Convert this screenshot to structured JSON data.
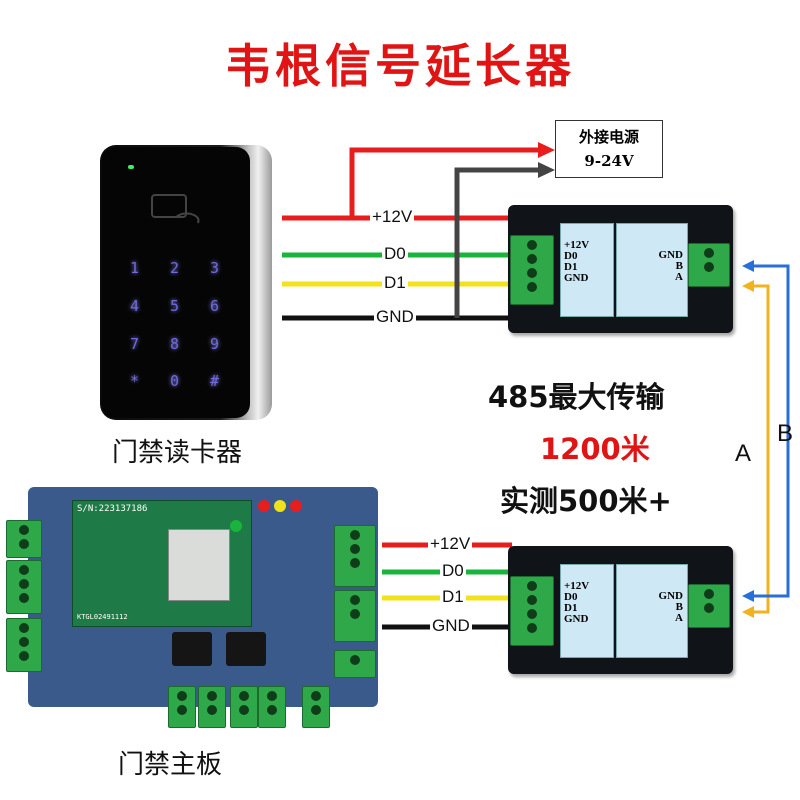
{
  "title": "韦根信号延长器",
  "power_supply": {
    "line1": "外接电源",
    "line2": "9-24V"
  },
  "wires": [
    {
      "label": "+12V",
      "color": "#e81e1e"
    },
    {
      "label": "D0",
      "color": "#18b43c"
    },
    {
      "label": "D1",
      "color": "#f2e21a"
    },
    {
      "label": "GND",
      "color": "#111111"
    }
  ],
  "wires_bottom": [
    "+12V",
    "D0",
    "D1",
    "GND"
  ],
  "module": {
    "left_pins": [
      "+12V",
      "D0",
      "D1",
      "GND"
    ],
    "right_pins": [
      "GND",
      "B",
      "A"
    ]
  },
  "info": {
    "line1": "485最大传输",
    "line2": "1200米",
    "line3": "实测500米+"
  },
  "bus_labels": {
    "a": "A",
    "b": "B"
  },
  "bus_colors": {
    "a": "#f0b21e",
    "b": "#2a6fd6"
  },
  "captions": {
    "reader": "门禁读卡器",
    "controller": "门禁主板"
  },
  "keypad_keys": [
    "1",
    "2",
    "3",
    "4",
    "5",
    "6",
    "7",
    "8",
    "9",
    "*",
    "0",
    "#"
  ],
  "controller_sn": "S/N:223137186",
  "controller_model": "KTGL02491112"
}
